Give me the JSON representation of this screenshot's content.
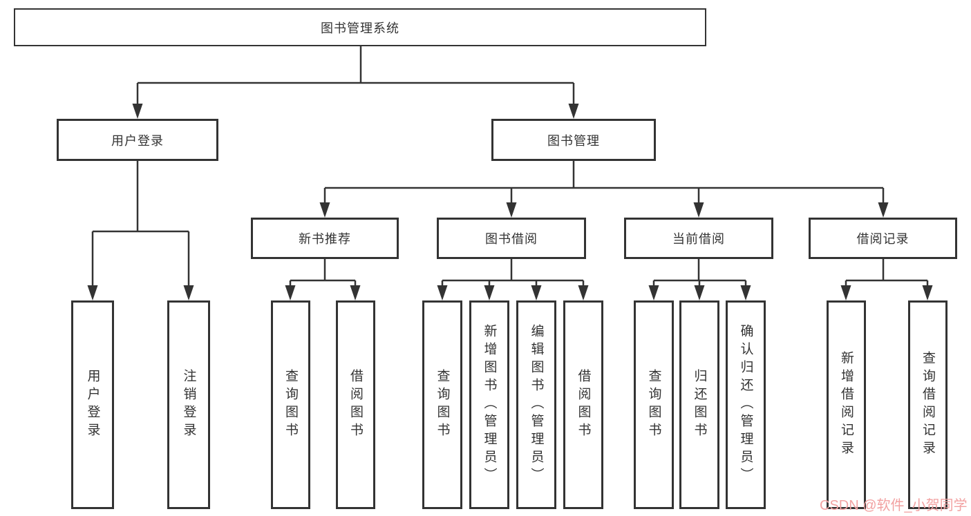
{
  "tree": {
    "root": {
      "label": "图书管理系统"
    },
    "level2": [
      {
        "label": "用户登录",
        "children": [
          {
            "label": "用户登录"
          },
          {
            "label": "注销登录"
          }
        ]
      },
      {
        "label": "图书管理",
        "children": [
          {
            "label": "新书推荐",
            "children": [
              {
                "label": "查询图书"
              },
              {
                "label": "借阅图书"
              }
            ]
          },
          {
            "label": "图书借阅",
            "children": [
              {
                "label": "查询图书"
              },
              {
                "label": "新增图书（管理员）"
              },
              {
                "label": "编辑图书（管理员）"
              },
              {
                "label": "借阅图书"
              }
            ]
          },
          {
            "label": "当前借阅",
            "children": [
              {
                "label": "查询图书"
              },
              {
                "label": "归还图书"
              },
              {
                "label": "确认归还（管理员）"
              }
            ]
          },
          {
            "label": "借阅记录",
            "children": [
              {
                "label": "新增借阅记录"
              },
              {
                "label": "查询借阅记录"
              }
            ]
          }
        ]
      }
    ]
  },
  "watermark": {
    "text": "CSDN @软件_小贺同学"
  },
  "colors": {
    "line": "#333333",
    "box_border": "#333333",
    "text": "#333333",
    "watermark": "#f2a2a2",
    "background": "#ffffff"
  }
}
